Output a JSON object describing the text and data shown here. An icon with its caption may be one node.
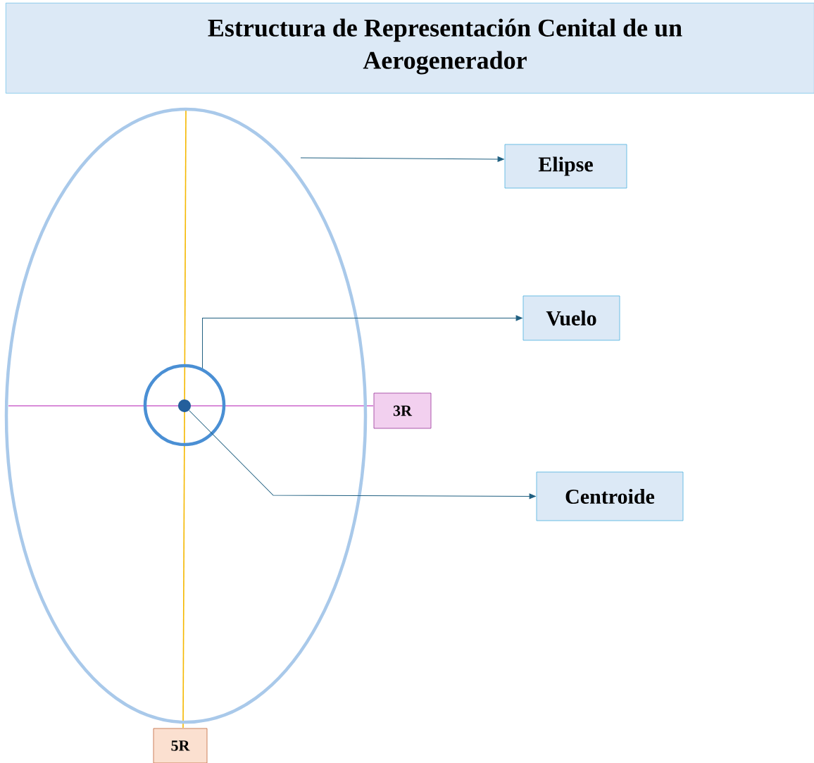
{
  "diagram": {
    "title": "Estructura de Representación Cenital de un Aerogenerador",
    "nodes": [
      {
        "text": [],
        "shape": "ellipse"
      },
      {
        "text": [],
        "shape": "circle",
        "in": 0
      },
      {
        "text": [],
        "shape": "dot",
        "in": 1
      },
      {
        "text": [
          "Elipse"
        ]
      },
      {
        "text": [
          "Vuelo"
        ]
      },
      {
        "text": [
          "Centroide"
        ]
      },
      {
        "text": [
          "3R"
        ]
      },
      {
        "text": [
          "5R"
        ]
      }
    ],
    "edges": [
      {
        "from": 0,
        "to": 3,
        "arrow": "to"
      },
      {
        "from": 1,
        "to": 4,
        "arrow": "to"
      },
      {
        "from": 2,
        "to": 5,
        "arrow": "to"
      }
    ]
  }
}
